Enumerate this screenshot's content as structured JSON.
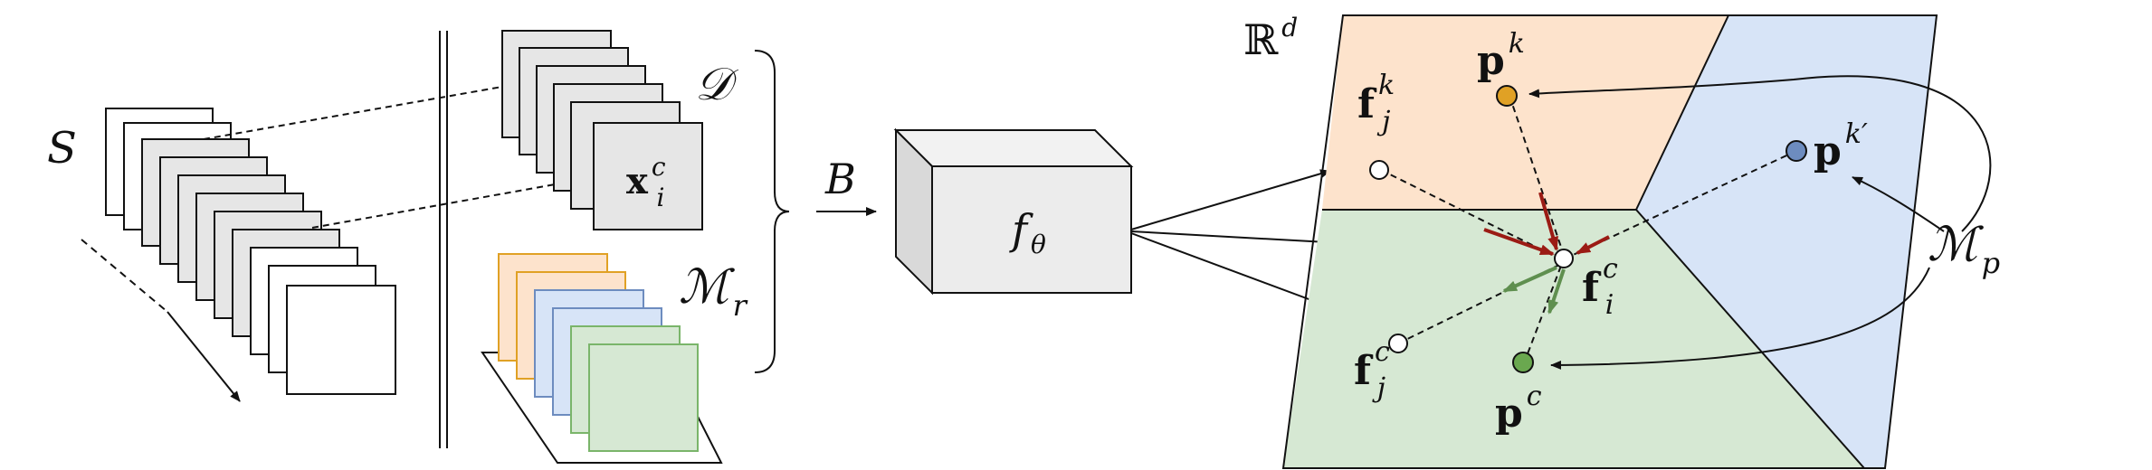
{
  "labels": {
    "sequence": "S",
    "dataset": "𝒟",
    "sample_main": "x",
    "sample_sup": "c",
    "sample_sub": "i",
    "memory_r_main": "ℳ",
    "memory_r_sub": "r",
    "batch": "B",
    "encoder_main": "f",
    "encoder_sub": "θ",
    "space": "ℝ",
    "space_sup": "d",
    "proto_k_main": "p",
    "proto_k_sup": "k",
    "proto_kp_main": "p",
    "proto_kp_sup": "k′",
    "proto_c_main": "p",
    "proto_c_sup": "c",
    "feat_jk_main": "f",
    "feat_jk_sup": "k",
    "feat_jk_sub": "j",
    "feat_ic_main": "f",
    "feat_ic_sup": "c",
    "feat_ic_sub": "i",
    "feat_jc_main": "f",
    "feat_jc_sup": "c",
    "feat_jc_sub": "j",
    "memory_p_main": "ℳ",
    "memory_p_sub": "p"
  },
  "colors": {
    "region_k": "#fde3cc",
    "region_kprime": "#d7e4f7",
    "region_c": "#d6e8d3",
    "proto_k": "#e0a125",
    "proto_kprime": "#6d8cbf",
    "proto_c": "#6aa84f",
    "arrow_red": "#9b1b14",
    "arrow_green": "#5f8f4f",
    "tile_gray": "#e6e6e6",
    "mem_orange_fill": "#fde3cc",
    "mem_orange_stroke": "#e0a125",
    "mem_blue_fill": "#d7e4f7",
    "mem_blue_stroke": "#6d8cbf",
    "mem_green_fill": "#d6e8d3",
    "mem_green_stroke": "#7ab56a"
  }
}
